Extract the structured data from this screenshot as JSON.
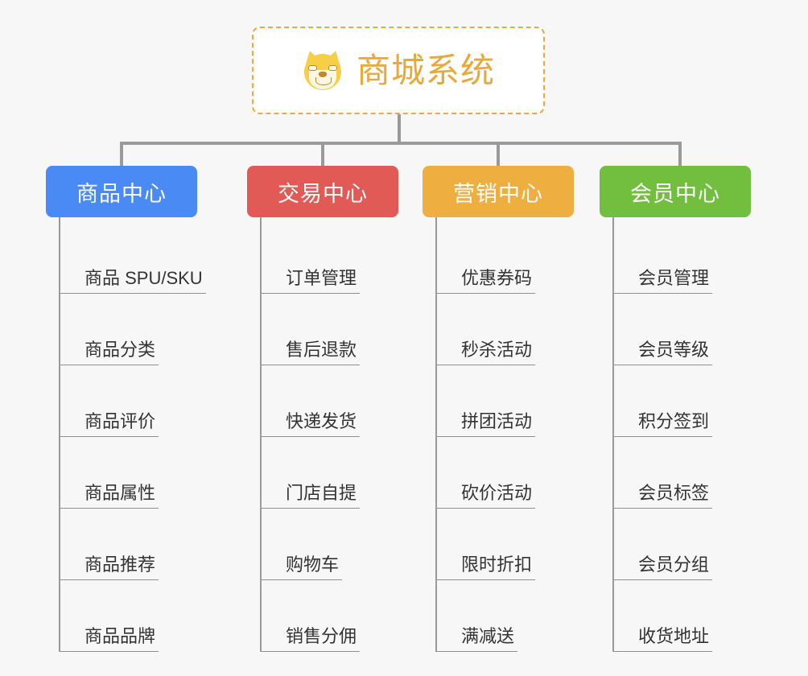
{
  "background_color": "#f7f7f7",
  "root": {
    "title": "商城系统",
    "icon": "shiba-dog-emoji",
    "border_color": "#edab33",
    "text_color": "#e9a83a"
  },
  "connector_color": "#9a9a9a",
  "columns": [
    {
      "header": "商品中心",
      "color": "#4a8af4",
      "items": [
        "商品 SPU/SKU",
        "商品分类",
        "商品评价",
        "商品属性",
        "商品推荐",
        "商品品牌"
      ]
    },
    {
      "header": "交易中心",
      "color": "#e15a55",
      "items": [
        "订单管理",
        "售后退款",
        "快递发货",
        "门店自提",
        "购物车",
        "销售分佣"
      ]
    },
    {
      "header": "营销中心",
      "color": "#eeaf40",
      "items": [
        "优惠券码",
        "秒杀活动",
        "拼团活动",
        "砍价活动",
        "限时折扣",
        "满减送"
      ]
    },
    {
      "header": "会员中心",
      "color": "#72bf40",
      "items": [
        "会员管理",
        "会员等级",
        "积分签到",
        "会员标签",
        "会员分组",
        "收货地址"
      ]
    }
  ]
}
